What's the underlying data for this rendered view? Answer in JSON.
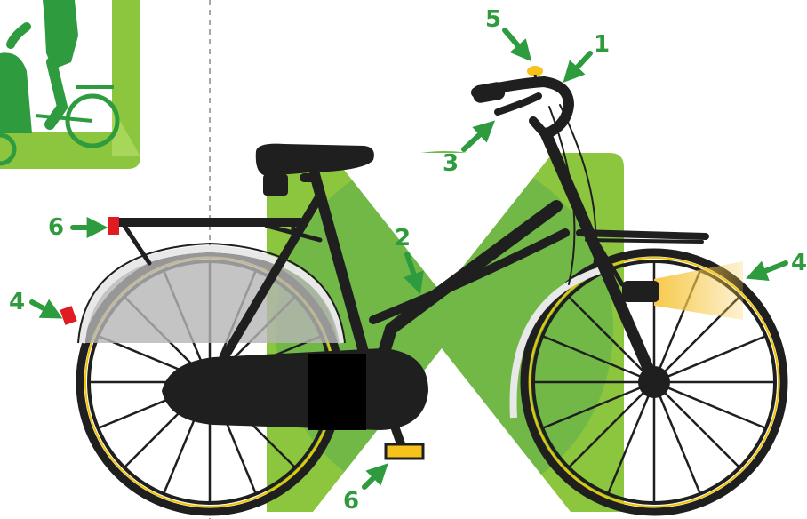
{
  "colors": {
    "green_light": "#8cc63f",
    "green_dark": "#2e9b3e",
    "bike": "#1f1f1f",
    "tire_stripe": "#f2c400",
    "reflector_red": "#e01b22",
    "bell_yellow": "#f6c21c",
    "light_beam": "#f7c94a"
  },
  "callouts": [
    {
      "id": "handlebar",
      "label": "1"
    },
    {
      "id": "frame",
      "label": "2"
    },
    {
      "id": "brake-lever",
      "label": "3"
    },
    {
      "id": "rear-reflector",
      "label": "4"
    },
    {
      "id": "front-light",
      "label": "4"
    },
    {
      "id": "bell",
      "label": "5"
    },
    {
      "id": "rack-reflector",
      "label": "6"
    },
    {
      "id": "pedal-reflector",
      "label": "6"
    }
  ],
  "icons": {
    "rider_thumbnail": "cyclist-icon",
    "arrow": "arrow-icon"
  }
}
